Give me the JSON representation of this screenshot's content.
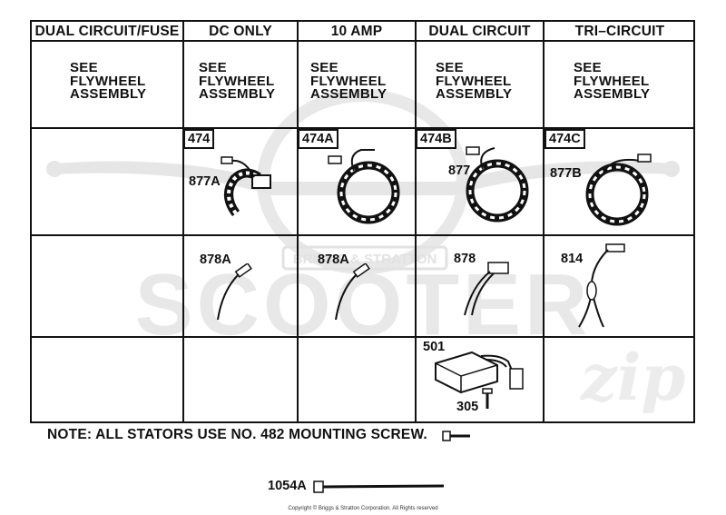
{
  "watermark": {
    "logo_text": "SCOOTER",
    "logo_subtext": "BRIGGS & STRATTON",
    "logo_script": "zip"
  },
  "table": {
    "headers": [
      "DUAL CIRCUIT/FUSE",
      "DC ONLY",
      "10 AMP",
      "DUAL CIRCUIT",
      "TRI–CIRCUIT"
    ],
    "see_text": "SEE\nFLYWHEEL\nASSEMBLY",
    "stators": [
      {
        "box": "474",
        "part": "877A"
      },
      {
        "box": "474A",
        "part": ""
      },
      {
        "box": "474B",
        "part": "877"
      },
      {
        "box": "474C",
        "part": "877B"
      }
    ],
    "harness": [
      "878A",
      "878A",
      "878",
      "814"
    ],
    "regulator": {
      "part": "501",
      "screw": "305"
    }
  },
  "note": "NOTE: ALL STATORS USE NO. 482 MOUNTING SCREW.",
  "tie": "1054A",
  "copyright": "Copyright © Briggs & Stratton Corporation. All Rights reserved"
}
